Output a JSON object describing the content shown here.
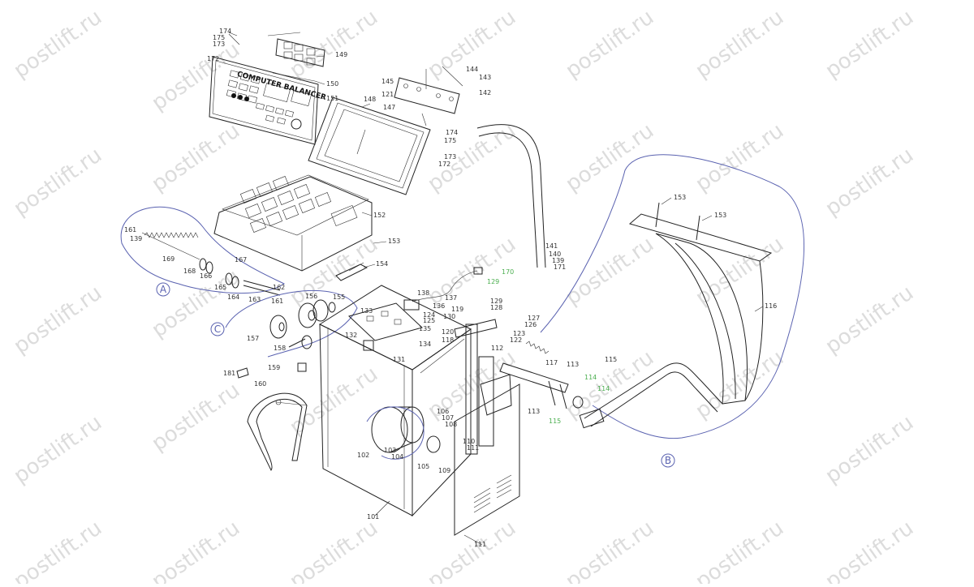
{
  "watermark": "postlift.ru",
  "panel": {
    "title": "COMPUTER BALANCER"
  },
  "groups": [
    {
      "id": "A",
      "label": "A"
    },
    {
      "id": "B",
      "label": "B"
    },
    {
      "id": "C",
      "label": "C"
    }
  ],
  "parts": {
    "p174a": "174",
    "p175a": "175",
    "p173a": "173",
    "p172a": "172",
    "p149": "149",
    "p150": "150",
    "p151": "151",
    "p148": "148",
    "p174b": "174",
    "p175b": "175",
    "p173b": "173",
    "p172b": "172",
    "p145": "145",
    "p121": "121",
    "p147": "147",
    "p144": "144",
    "p143": "143",
    "p142": "142",
    "p152": "152",
    "p153a": "153",
    "p154": "154",
    "p161a": "161",
    "p139a": "139",
    "p169": "169",
    "p167": "167",
    "p168": "168",
    "p166": "166",
    "p165": "165",
    "p164": "164",
    "p163": "163",
    "p162": "162",
    "p161b": "161",
    "p156": "156",
    "p155": "155",
    "p157": "157",
    "p158": "158",
    "p159": "159",
    "p181": "181",
    "p160": "160",
    "p138": "138",
    "p137": "137",
    "p136": "136",
    "p133": "133",
    "p125": "125",
    "p124": "124",
    "p135": "135",
    "p132": "132",
    "p134": "134",
    "p131": "131",
    "p141": "141",
    "p140": "140",
    "p139b": "139",
    "p171": "171",
    "p170": "170",
    "p129g": "129",
    "p119": "119",
    "p130": "130",
    "p120": "120",
    "p118": "118",
    "p129": "129",
    "p128": "128",
    "p127": "127",
    "p126": "126",
    "p123": "123",
    "p122": "122",
    "p112": "112",
    "p117": "117",
    "p113a": "113",
    "p113b": "113",
    "p114a": "114",
    "p114b": "114",
    "p115g": "115",
    "p115": "115",
    "p116": "116",
    "p153b": "153",
    "p153c": "153",
    "p106": "106",
    "p107": "107",
    "p108": "108",
    "p102": "102",
    "p103": "103",
    "p104": "104",
    "p105": "105",
    "p109": "109",
    "p110": "110",
    "p111a": "111",
    "p111b": "111",
    "p101": "101"
  }
}
